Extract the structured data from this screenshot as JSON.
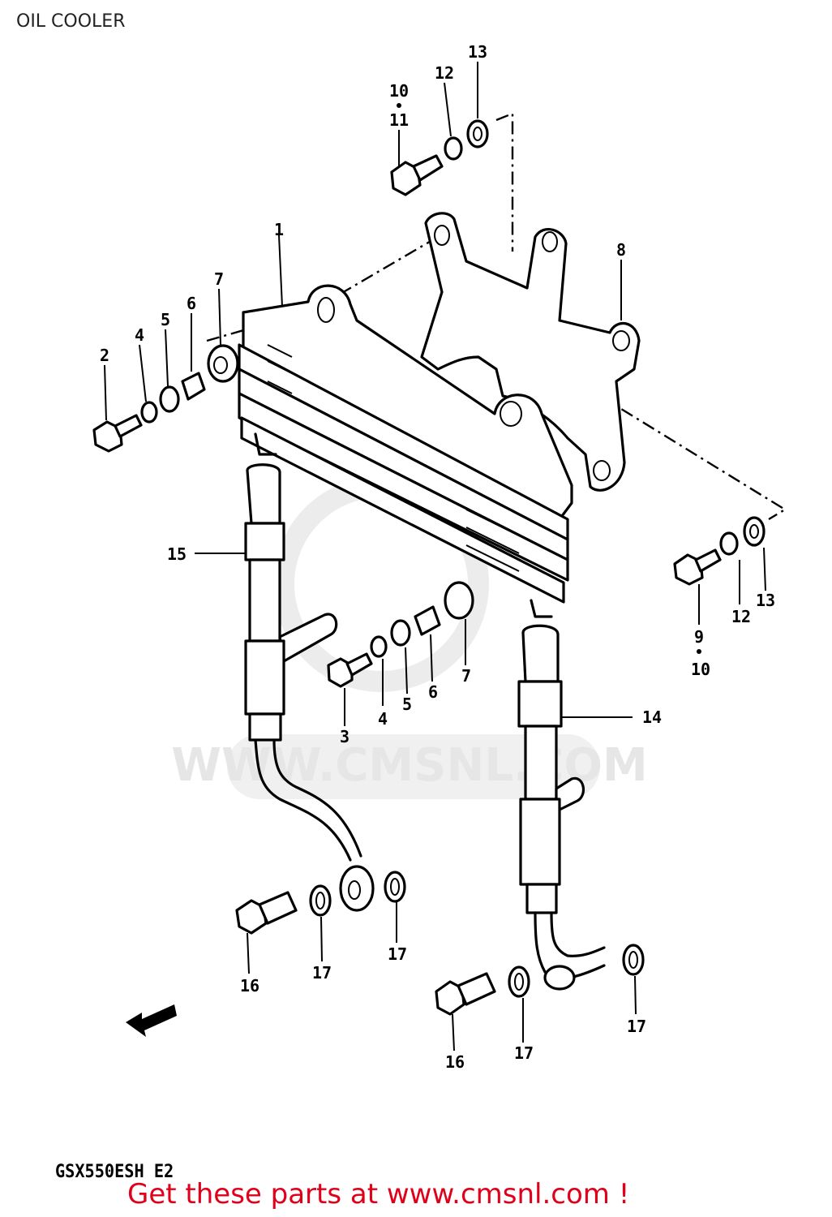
{
  "title": "OIL COOLER",
  "model_code": "GSX550ESH E2",
  "promo_text": "Get these parts at www.cmsnl.com !",
  "watermark_text": "WWW.CMSNL.COM",
  "callouts": [
    {
      "id": "c1",
      "text": "1"
    },
    {
      "id": "c2",
      "text": "2"
    },
    {
      "id": "c3",
      "text": "3"
    },
    {
      "id": "c4a",
      "text": "4"
    },
    {
      "id": "c4b",
      "text": "4"
    },
    {
      "id": "c5a",
      "text": "5"
    },
    {
      "id": "c5b",
      "text": "5"
    },
    {
      "id": "c6a",
      "text": "6"
    },
    {
      "id": "c6b",
      "text": "6"
    },
    {
      "id": "c7a",
      "text": "7"
    },
    {
      "id": "c7b",
      "text": "7"
    },
    {
      "id": "c8",
      "text": "8"
    },
    {
      "id": "c9",
      "text": "9"
    },
    {
      "id": "c10a",
      "text": "10"
    },
    {
      "id": "c10b",
      "text": "10"
    },
    {
      "id": "c11",
      "text": "11"
    },
    {
      "id": "c12a",
      "text": "12"
    },
    {
      "id": "c12b",
      "text": "12"
    },
    {
      "id": "c13a",
      "text": "13"
    },
    {
      "id": "c13b",
      "text": "13"
    },
    {
      "id": "c14",
      "text": "14"
    },
    {
      "id": "c15",
      "text": "15"
    },
    {
      "id": "c16a",
      "text": "16"
    },
    {
      "id": "c16b",
      "text": "16"
    },
    {
      "id": "c17a",
      "text": "17"
    },
    {
      "id": "c17b",
      "text": "17"
    },
    {
      "id": "c17c",
      "text": "17"
    },
    {
      "id": "c17d",
      "text": "17"
    }
  ],
  "colors": {
    "promo": "#e1001a",
    "line": "#000000",
    "watermark": "#e6e6e6"
  }
}
